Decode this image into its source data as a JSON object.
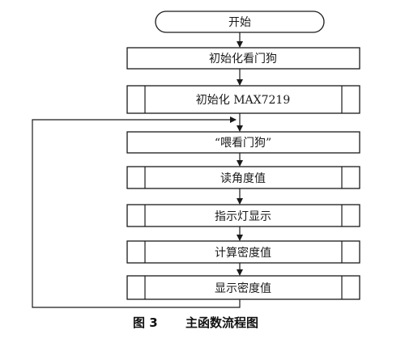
{
  "flowchart": {
    "start": {
      "label": "开始"
    },
    "steps": [
      {
        "id": "init-watchdog",
        "label": "初始化看门狗"
      },
      {
        "id": "init-max7219",
        "label": "初始化 MAX7219"
      },
      {
        "id": "feed-watchdog",
        "label": "“喂看门狗”"
      },
      {
        "id": "read-angle",
        "label": "读角度值"
      },
      {
        "id": "indicator-display",
        "label": "指示灯显示"
      },
      {
        "id": "calc-density",
        "label": "计算密度值"
      },
      {
        "id": "display-density",
        "label": "显示密度值"
      }
    ],
    "loop_back": {
      "from": "display-density",
      "to": "feed-watchdog"
    }
  },
  "caption": {
    "figure_number": "图 3",
    "title": "主函数流程图"
  }
}
